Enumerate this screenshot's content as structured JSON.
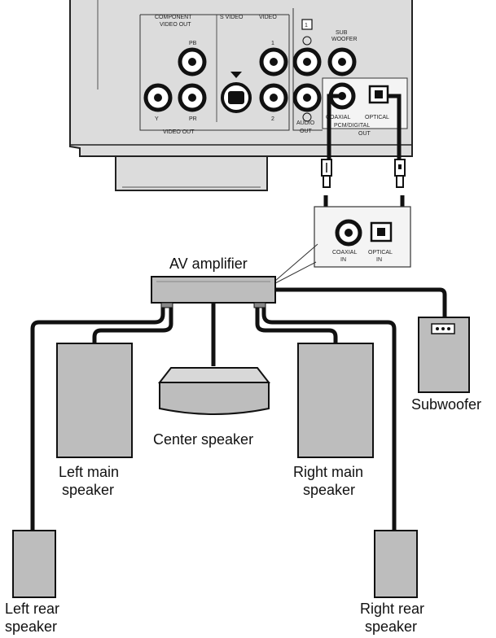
{
  "player_panel": {
    "component_label_1": "COMPONENT",
    "component_label_2": "VIDEO OUT",
    "svideo_label": "S VIDEO",
    "video_label": "VIDEO",
    "pb_label": "PB",
    "pr_label": "PR",
    "y_label": "Y",
    "video_jack_1": "1",
    "video_jack_2": "2",
    "channel_badge": "1",
    "sub_woofer_1": "SUB",
    "sub_woofer_2": "WOOFER",
    "coaxial_label": "COAXIAL",
    "optical_label": "OPTICAL",
    "pcm_digital_label": "PCM/DIGITAL",
    "audio_out_label": "AUDIO",
    "audio_out_label_2": "OUT",
    "video_out_label": "VIDEO OUT",
    "digital_out_label": "OUT"
  },
  "amplifier_inputs": {
    "coaxial_1": "COAXIAL",
    "coaxial_2": "IN",
    "optical_1": "OPTICAL",
    "optical_2": "IN"
  },
  "labels": {
    "av_amplifier": "AV amplifier",
    "subwoofer": "Subwoofer",
    "center_speaker": "Center speaker",
    "left_main_1": "Left main",
    "left_main_2": "speaker",
    "right_main_1": "Right main",
    "right_main_2": "speaker",
    "left_rear_1": "Left rear",
    "left_rear_2": "speaker",
    "right_rear_1": "Right rear",
    "right_rear_2": "speaker"
  },
  "colors": {
    "panel": "#d9d9d9",
    "box_fill": "#bdbdbd",
    "cable": "#111111"
  }
}
